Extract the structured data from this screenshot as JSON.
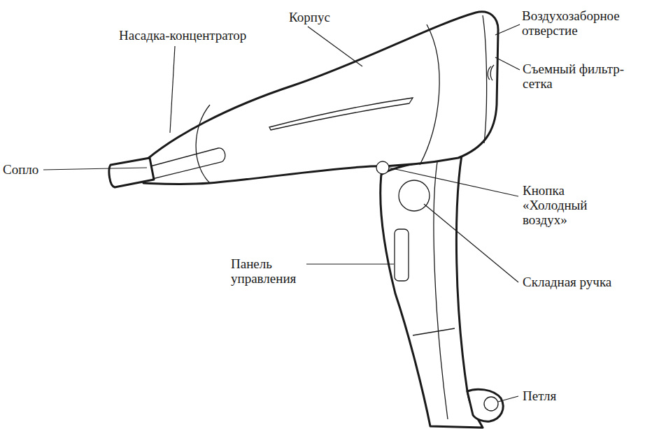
{
  "diagram": {
    "labels": [
      "Корпус",
      "Насадка-концентратор",
      "Сопло",
      "Воздухозаборное отверстие",
      "Съемный фильтр-сетка",
      "Кнопка «Холодный воздух»",
      "Складная ручка",
      "Панель управления",
      "Петля"
    ]
  }
}
